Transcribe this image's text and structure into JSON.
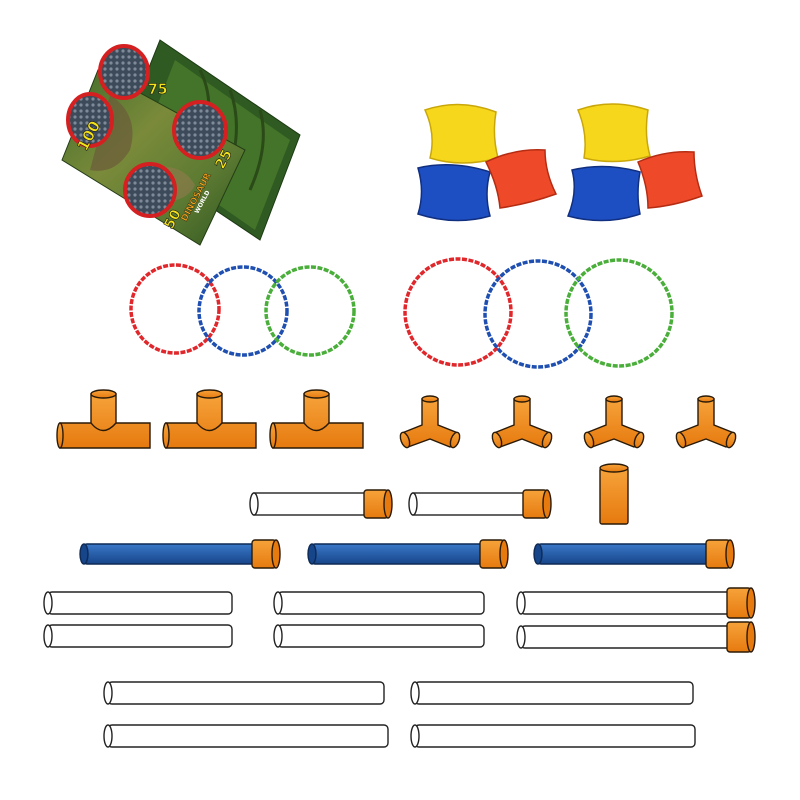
{
  "mat": {
    "scores": [
      "100",
      "75",
      "50",
      "25"
    ],
    "brand": "DINOSAUR",
    "brand_sub": "WORLD"
  },
  "colors": {
    "fitting_orange": "#f08c1a",
    "pole_blue": "#1f5fb0",
    "pipe_white": "#ffffff",
    "ring_red": "#e0282c",
    "ring_blue": "#1f4fb0",
    "ring_green": "#4aae3a",
    "bag_yellow": "#f7d71b",
    "bag_blue": "#1e4fc2",
    "bag_red": "#ee4a2a"
  },
  "parts": {
    "bean_bags": 6,
    "hoops": 6,
    "tee_fittings": 3,
    "three_way_fittings": 4,
    "straight_connectors": 1,
    "blue_poles": 3,
    "white_pipes": 12
  }
}
